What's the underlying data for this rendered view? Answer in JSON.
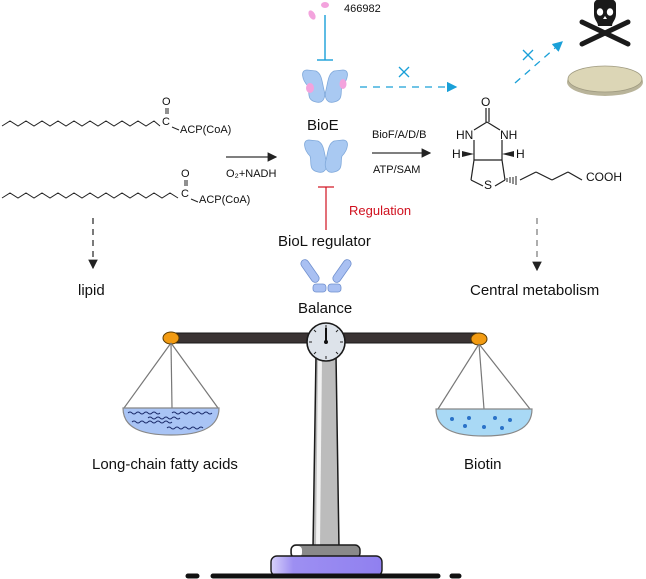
{
  "diagram": {
    "substrates": {
      "top_acyl_label": "ACP(CoA)",
      "bottom_acyl_label": "ACP(CoA)",
      "carbonyl_o": "O",
      "carbonyl_c": "C"
    },
    "reaction1": {
      "cofactor_label": "O₂+NADH"
    },
    "bioe": {
      "label": "BioE"
    },
    "inhibitor": {
      "label": "466982",
      "color": "#1aa0d8"
    },
    "reaction2": {
      "enzymes_label": "BioF/A/D/B",
      "cofactor_label": "ATP/SAM"
    },
    "biotin_structure": {
      "carbonyl_o": "O",
      "hn_left": "HN",
      "nh_right": "NH",
      "h_left": "H",
      "h_right": "H",
      "sulfur": "S",
      "acid": "COOH"
    },
    "regulation": {
      "label": "Regulation",
      "color": "#d0101e"
    },
    "biol": {
      "label": "BioL regulator"
    },
    "balance_label": "Balance",
    "outputs": {
      "lipid": "lipid",
      "central": "Central metabolism"
    },
    "scale": {
      "left_pan_label": "Long-chain fatty acids",
      "right_pan_label": "Biotin",
      "beam_color": "#333333",
      "pivot_color": "#f29b12",
      "left_pan_color": "#a9c4f5",
      "right_pan_color": "#a9d9f5",
      "base_color": "#9d8ff2"
    },
    "outcomes": {
      "toxicity_icon": "skull-crossbones-icon",
      "growth_icon": "petri-dish-icon"
    }
  }
}
